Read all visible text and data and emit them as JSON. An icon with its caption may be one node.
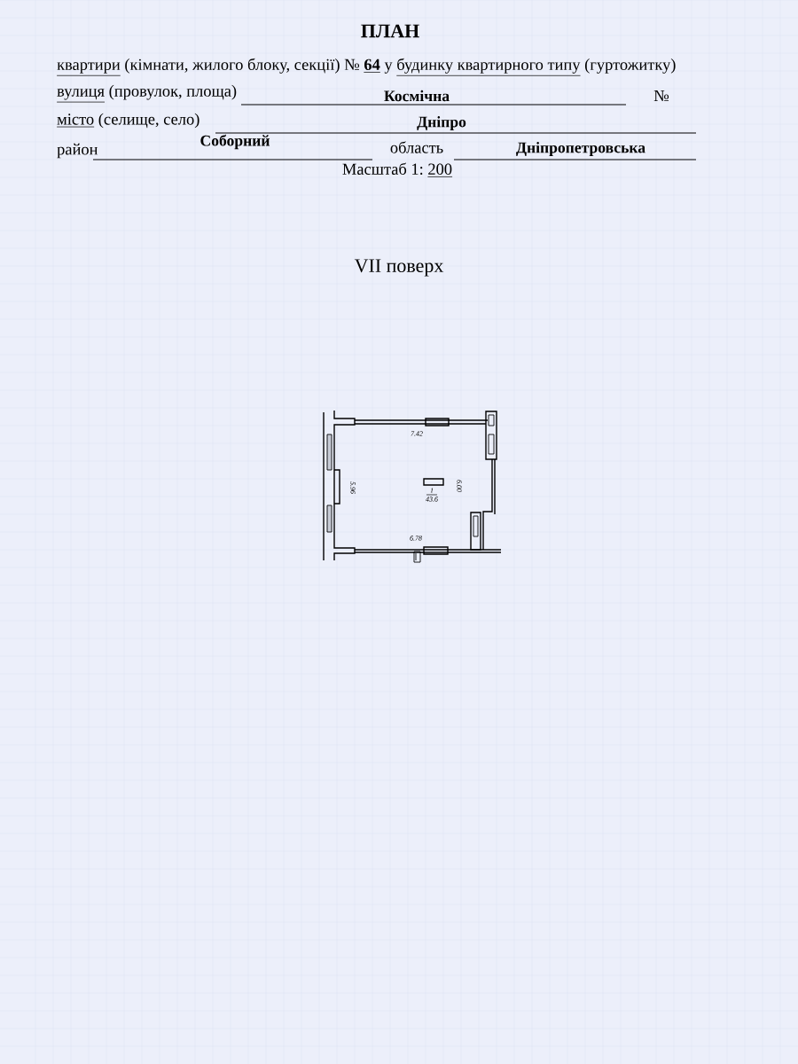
{
  "diagram": {
    "title": "ПЛАН",
    "labels": [
      "квартири",
      "(кімнати, жилого блоку, секції) №",
      "64",
      "у",
      "будинку квартирного типу",
      "(гуртожитку)",
      "вулиця",
      "(провулок, площа)",
      "Космічна",
      "№",
      "місто",
      "(селище, село)",
      "Дніпро",
      "район",
      "Соборний",
      "область",
      "Дніпропетровська",
      "Масштаб 1:",
      "200",
      "VII поверх",
      "7.42",
      "5.96",
      "6.00",
      "6.78",
      "1",
      "43.6"
    ]
  }
}
